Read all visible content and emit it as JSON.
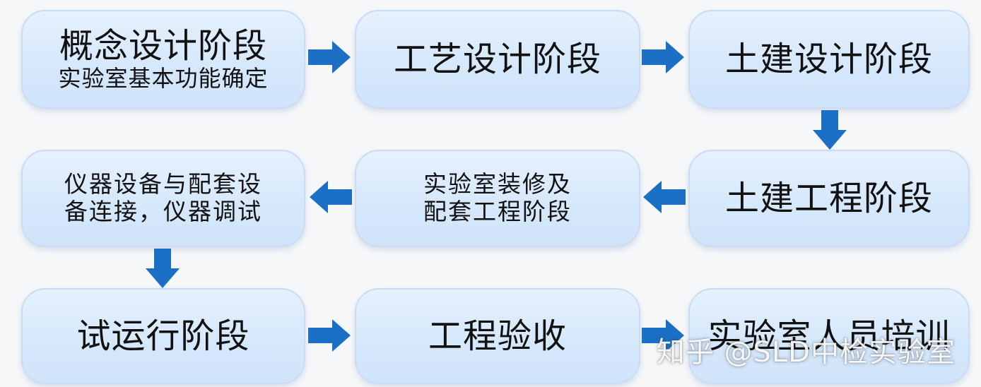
{
  "boxes": {
    "concept_title": "概念设计阶段",
    "concept_sub": "实验室基本功能确定",
    "process": "工艺设计阶段",
    "civil_design": "土建设计阶段",
    "civil_works": "土建工程阶段",
    "decoration_line1": "实验室装修及",
    "decoration_line2": "配套工程阶段",
    "equipment_line1": "仪器设备与配套设",
    "equipment_line2": "备连接，仪器调试",
    "trial_run": "试运行阶段",
    "acceptance": "工程验收",
    "training": "实验室人员培训"
  },
  "watermark": "知乎 @SLD中检实验室",
  "colors": {
    "arrow": "#1b6fc4",
    "box_fill": "#d9e9fb",
    "box_border": "#c9dcf3",
    "text": "#111111"
  }
}
